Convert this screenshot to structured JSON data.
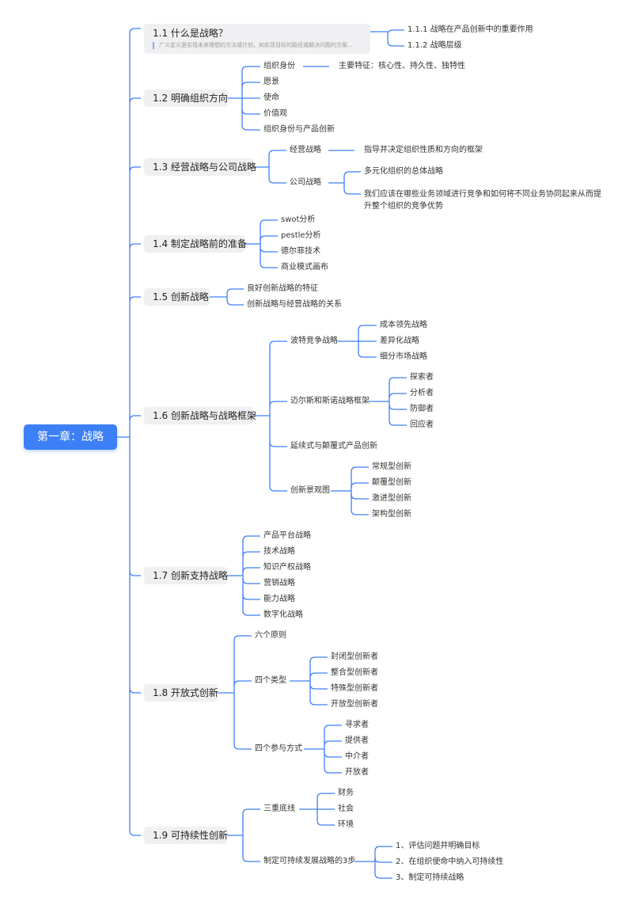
{
  "root": "第一章：战略",
  "colors": {
    "line": "#3d7ff6",
    "root_bg": "#3d7ff6",
    "topic_bg": "#f0f0f2"
  },
  "topics": [
    {
      "label": "1.1 什么是战略？",
      "note": "广义定义是实现未来理想的方法或计划，如实现目标的路径或解决问题的方案...",
      "children": [
        {
          "label": "1.1.1 战略在产品创新中的重要作用"
        },
        {
          "label": "1.1.2 战略层级"
        }
      ]
    },
    {
      "label": "1.2 明确组织方向",
      "children": [
        {
          "label": "组织身份",
          "children": [
            {
              "label": "主要特征：核心性、持久性、独特性"
            }
          ]
        },
        {
          "label": "愿景"
        },
        {
          "label": "使命"
        },
        {
          "label": "价值观"
        },
        {
          "label": "组织身份与产品创新"
        }
      ]
    },
    {
      "label": "1.3 经营战略与公司战略",
      "children": [
        {
          "label": "经营战略",
          "children": [
            {
              "label": "指导并决定组织性质和方向的框架"
            }
          ]
        },
        {
          "label": "公司战略",
          "children": [
            {
              "label": "多元化组织的总体战略"
            },
            {
              "label": "我们应该在哪些业务领域进行竞争和如何将不同业务协同起来从而提升整个组织的竞争优势"
            }
          ]
        }
      ]
    },
    {
      "label": "1.4 制定战略前的准备",
      "children": [
        {
          "label": "swot分析"
        },
        {
          "label": "pestle分析"
        },
        {
          "label": "德尔菲技术"
        },
        {
          "label": "商业模式画布"
        }
      ]
    },
    {
      "label": "1.5 创新战略",
      "children": [
        {
          "label": "良好创新战略的特征"
        },
        {
          "label": "创新战略与经营战略的关系"
        }
      ]
    },
    {
      "label": "1.6 创新战略与战略框架",
      "children": [
        {
          "label": "波特竞争战略",
          "children": [
            {
              "label": "成本领先战略"
            },
            {
              "label": "差异化战略"
            },
            {
              "label": "细分市场战略"
            }
          ]
        },
        {
          "label": "迈尔斯和斯诺战略框架",
          "children": [
            {
              "label": "探索者"
            },
            {
              "label": "分析者"
            },
            {
              "label": "防御者"
            },
            {
              "label": "回应者"
            }
          ]
        },
        {
          "label": "延续式与颠覆式产品创新"
        },
        {
          "label": "创新景观图",
          "children": [
            {
              "label": "常规型创新"
            },
            {
              "label": "颠覆型创新"
            },
            {
              "label": "激进型创新"
            },
            {
              "label": "架构型创新"
            }
          ]
        }
      ]
    },
    {
      "label": "1.7 创新支持战略",
      "children": [
        {
          "label": "产品平台战略"
        },
        {
          "label": "技术战略"
        },
        {
          "label": "知识产权战略"
        },
        {
          "label": "营销战略"
        },
        {
          "label": "能力战略"
        },
        {
          "label": "数字化战略"
        }
      ]
    },
    {
      "label": "1.8 开放式创新",
      "children": [
        {
          "label": "六个原则"
        },
        {
          "label": "四个类型",
          "children": [
            {
              "label": "封闭型创新者"
            },
            {
              "label": "整合型创新者"
            },
            {
              "label": "特殊型创新者"
            },
            {
              "label": "开放型创新者"
            }
          ]
        },
        {
          "label": "四个参与方式",
          "children": [
            {
              "label": "寻求者"
            },
            {
              "label": "提供者"
            },
            {
              "label": "中介者"
            },
            {
              "label": "开放者"
            }
          ]
        }
      ]
    },
    {
      "label": "1.9 可持续性创新",
      "children": [
        {
          "label": "三重底线",
          "children": [
            {
              "label": "财务"
            },
            {
              "label": "社会"
            },
            {
              "label": "环境"
            }
          ]
        },
        {
          "label": "制定可持续发展战略的3步",
          "children": [
            {
              "label": "1、评估问题并明确目标"
            },
            {
              "label": "2、在组织使命中纳入可持续性"
            },
            {
              "label": "3、制定可持续战略"
            }
          ]
        }
      ]
    }
  ]
}
